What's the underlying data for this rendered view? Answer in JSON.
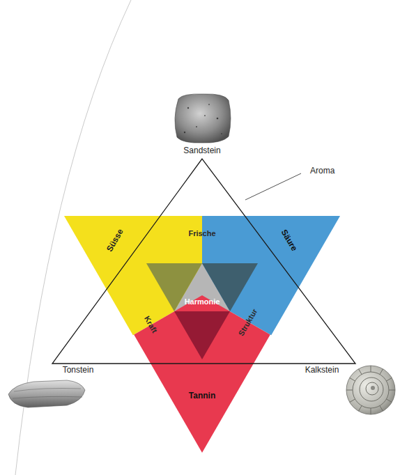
{
  "diagram": {
    "nodes": [
      {
        "text": [
          "Süsse"
        ]
      },
      {
        "text": [
          "Säure"
        ]
      },
      {
        "text": [
          "Harmonie"
        ]
      },
      {
        "text": [
          "Tannin"
        ]
      }
    ],
    "labels": [
      "Sandstein",
      "Aroma",
      "Frische",
      "Kraft",
      "Struktur",
      "Tonstein",
      "Kalkstein"
    ]
  }
}
